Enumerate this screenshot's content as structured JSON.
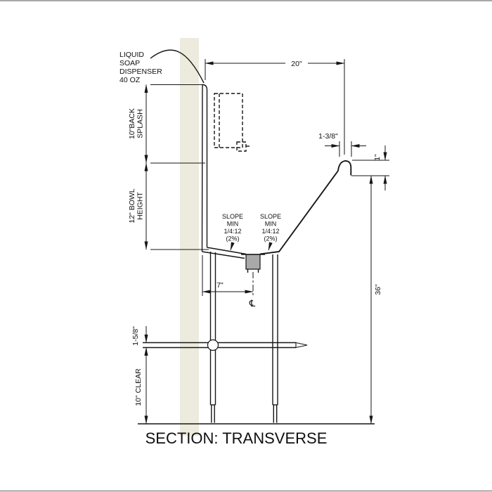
{
  "title": "SECTION: TRANSVERSE",
  "colors": {
    "wall": "#edeade",
    "line": "#161616",
    "drain": "#a9a9a9"
  },
  "labels": {
    "soap_dispenser": [
      "LIQUID",
      "SOAP",
      "DISPENSER",
      "40 OZ"
    ],
    "slope_note": [
      "SLOPE",
      "MIN",
      "1/4:12",
      "(2%)"
    ],
    "centerline_symbol": "℄"
  },
  "dimensions": {
    "top_width": "20\"",
    "rim_lip": "1-3/8\"",
    "rim_height": "1\"",
    "overall_height": "36\"",
    "drain_offset": "7\"",
    "backsplash": [
      "10\"BACK",
      "SPLASH"
    ],
    "bowl_height": [
      "12\" BOWL",
      "HEIGHT"
    ],
    "brace_size": "1-5/8\"",
    "clearance": "10\" CLEAR"
  }
}
